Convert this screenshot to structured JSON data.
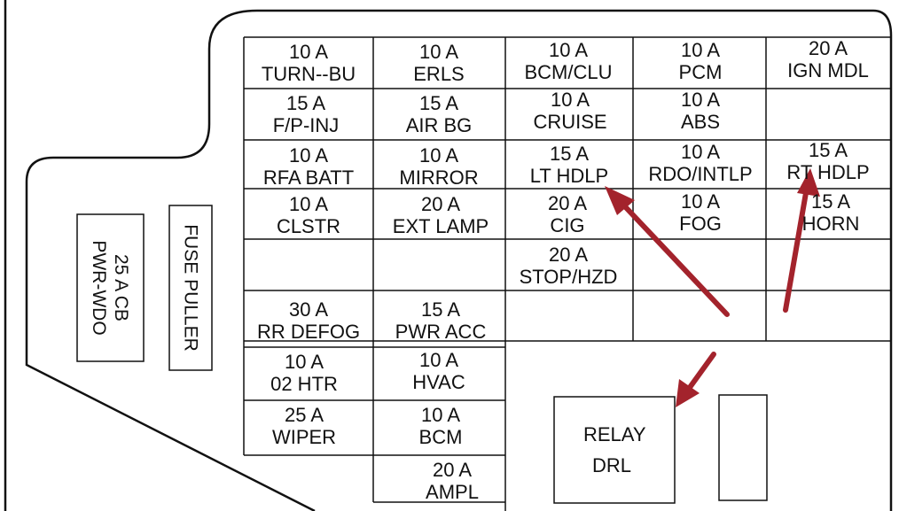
{
  "fuses": [
    {
      "id": "r1c1",
      "amp": "10 A",
      "name": "TURN--BU"
    },
    {
      "id": "r1c2",
      "amp": "10 A",
      "name": "ERLS"
    },
    {
      "id": "r1c3",
      "amp": "10 A",
      "name": "BCM/CLU"
    },
    {
      "id": "r1c4",
      "amp": "10 A",
      "name": "PCM"
    },
    {
      "id": "r1c5",
      "amp": "20 A",
      "name": "IGN MDL"
    },
    {
      "id": "r2c1",
      "amp": "15 A",
      "name": "F/P-INJ"
    },
    {
      "id": "r2c2",
      "amp": "15 A",
      "name": "AIR BG"
    },
    {
      "id": "r2c3",
      "amp": "10 A",
      "name": "CRUISE"
    },
    {
      "id": "r2c4",
      "amp": "10 A",
      "name": "ABS"
    },
    {
      "id": "r3c1",
      "amp": "10 A",
      "name": "RFA BATT"
    },
    {
      "id": "r3c2",
      "amp": "10 A",
      "name": "MIRROR"
    },
    {
      "id": "r3c3",
      "amp": "15 A",
      "name": "LT HDLP"
    },
    {
      "id": "r3c4",
      "amp": "10 A",
      "name": "RDO/INTLP"
    },
    {
      "id": "r3c5",
      "amp": "15 A",
      "name": "RT HDLP"
    },
    {
      "id": "r4c1",
      "amp": "10 A",
      "name": "CLSTR"
    },
    {
      "id": "r4c2",
      "amp": "20 A",
      "name": "EXT LAMP"
    },
    {
      "id": "r4c3",
      "amp": "20 A",
      "name": "CIG"
    },
    {
      "id": "r4c4",
      "amp": "10 A",
      "name": "FOG"
    },
    {
      "id": "r4c5",
      "amp": "15 A",
      "name": "HORN"
    },
    {
      "id": "r5c3",
      "amp": "20 A",
      "name": "STOP/HZD"
    },
    {
      "id": "r6c1",
      "amp": "30 A",
      "name": "RR DEFOG"
    },
    {
      "id": "r6c2",
      "amp": "15 A",
      "name": "PWR ACC"
    },
    {
      "id": "r7c1",
      "amp": "10 A",
      "name": "02 HTR"
    },
    {
      "id": "r7c2",
      "amp": "10 A",
      "name": "HVAC"
    },
    {
      "id": "r8c1",
      "amp": "25 A",
      "name": "WIPER"
    },
    {
      "id": "r8c2",
      "amp": "10 A",
      "name": "BCM"
    },
    {
      "id": "r9c2",
      "amp": "20 A",
      "name": "AMPL"
    }
  ],
  "circuit_breaker": {
    "line1": "25 A  CB",
    "line2": "PWR-WDO"
  },
  "fuse_puller": {
    "label": "FUSE PULLER"
  },
  "relay": {
    "line1": "RELAY",
    "line2": "DRL"
  },
  "colors": {
    "arrow": "#a3232c",
    "ink": "#111111",
    "background": "#ffffff"
  }
}
